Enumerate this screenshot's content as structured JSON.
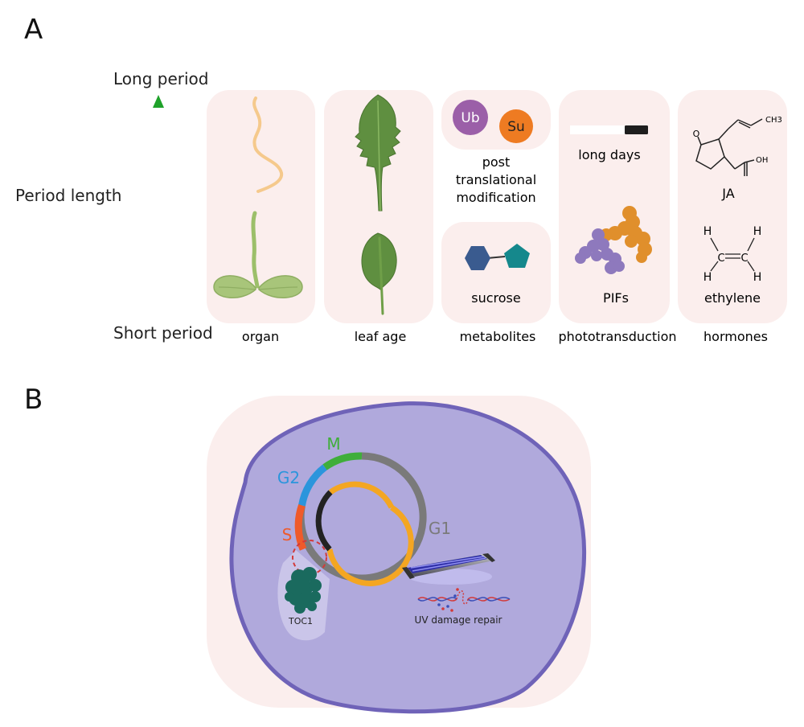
{
  "panel_a": {
    "letter": "A",
    "axis": {
      "label": "Period length",
      "top": "Long period",
      "bottom": "Short period"
    },
    "cards": [
      {
        "label": "organ"
      },
      {
        "label": "leaf age"
      },
      {
        "label": "metabolites"
      },
      {
        "label": "phototransduction"
      },
      {
        "label": "hormones"
      }
    ],
    "ptm": {
      "badges": [
        "Ub",
        "Su"
      ],
      "text_lines": [
        "post",
        "translational",
        "modification"
      ]
    },
    "sucrose_label": "sucrose",
    "long_days_label": "long days",
    "pifs_label": "PIFs",
    "ja": {
      "label": "JA",
      "ch3": "CH3",
      "o": "O",
      "oh": "OH"
    },
    "ethylene": {
      "label": "ethylene",
      "h": "H",
      "c": "C"
    }
  },
  "panel_b": {
    "letter": "B",
    "phases": {
      "m": "M",
      "g2": "G2",
      "s": "S",
      "g1": "G1"
    },
    "toc1_label": "TOC1",
    "uv_label": "UV damage repair"
  },
  "colors": {
    "panel_bg": "#fbeeed",
    "arrow_green": "#22a32e",
    "cell_fill": "#b0a9dc",
    "cell_border": "#6f63b8",
    "m_phase": "#3fae3a",
    "g2_phase": "#2b95dc",
    "s_phase": "#ef5a2a",
    "g1_phase": "#7a7a7a",
    "inner_ring": "#f4a622",
    "ub_badge": "#9b5fa8",
    "su_badge": "#ee7b22",
    "toc1": "#1a6a5e"
  }
}
